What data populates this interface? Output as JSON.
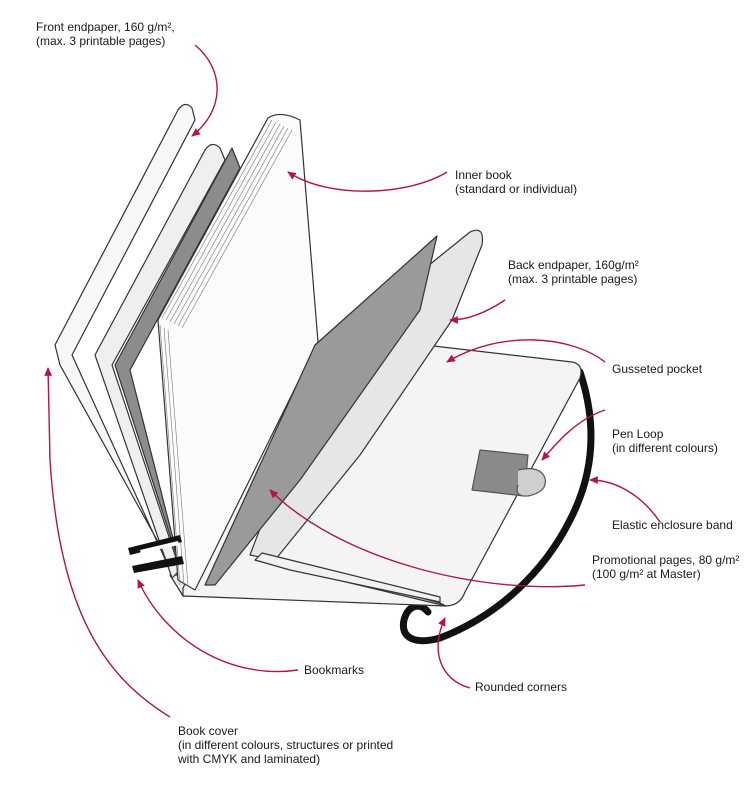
{
  "accent_color": "#b5124f",
  "labels": {
    "front_endpaper": {
      "line1": "Front endpaper, 160 g/m²,",
      "line2": "(max. 3 printable pages)"
    },
    "inner_book": {
      "line1": "Inner book",
      "line2": "(standard or individual)"
    },
    "back_endpaper": {
      "line1": "Back endpaper, 160g/m²",
      "line2": "(max. 3 printable pages)"
    },
    "gusseted_pocket": {
      "line1": "Gusseted pocket"
    },
    "pen_loop": {
      "line1": "Pen Loop",
      "line2": "(in different colours)"
    },
    "elastic_band": {
      "line1": "Elastic enclosure band"
    },
    "promotional_pages": {
      "line1": "Promotional pages, 80 g/m²",
      "line2": "(100 g/m² at Master)"
    },
    "bookmarks": {
      "line1": "Bookmarks"
    },
    "rounded_corners": {
      "line1": "Rounded corners"
    },
    "book_cover": {
      "line1": "Book cover",
      "line2": "(in different colours, structures or printed",
      "line3": "with CMYK and laminated)"
    }
  },
  "icons": [
    "notebook-illustration",
    "pen-loop-icon",
    "elastic-band-icon",
    "bookmark-ribbons-icon"
  ]
}
